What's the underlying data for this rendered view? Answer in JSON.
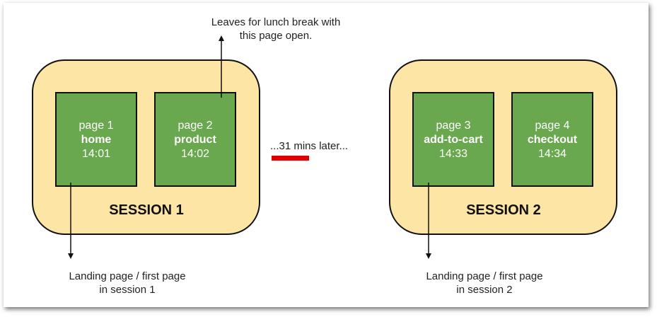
{
  "notes": {
    "leave_line1": "Leaves for lunch break with",
    "leave_line2": "this page open.",
    "landing1_line1": "Landing page / first page",
    "landing1_line2": "in session 1",
    "landing2_line1": "Landing page / first page",
    "landing2_line2": "in session 2",
    "gap": "...31 mins later..."
  },
  "sessions": [
    {
      "label": "SESSION 1",
      "pages": [
        {
          "num": "page  1",
          "name": "home",
          "time": "14:01"
        },
        {
          "num": "page   2",
          "name": "product",
          "time": "14:02"
        }
      ]
    },
    {
      "label": "SESSION 2",
      "pages": [
        {
          "num": "page  3",
          "name": "add-to-cart",
          "time": "14:33"
        },
        {
          "num": "page 4",
          "name": "checkout",
          "time": "14:34"
        }
      ]
    }
  ],
  "colors": {
    "session_fill": "#fce5a5",
    "page_fill": "#6aa84f",
    "gap_bar": "#e00000"
  }
}
